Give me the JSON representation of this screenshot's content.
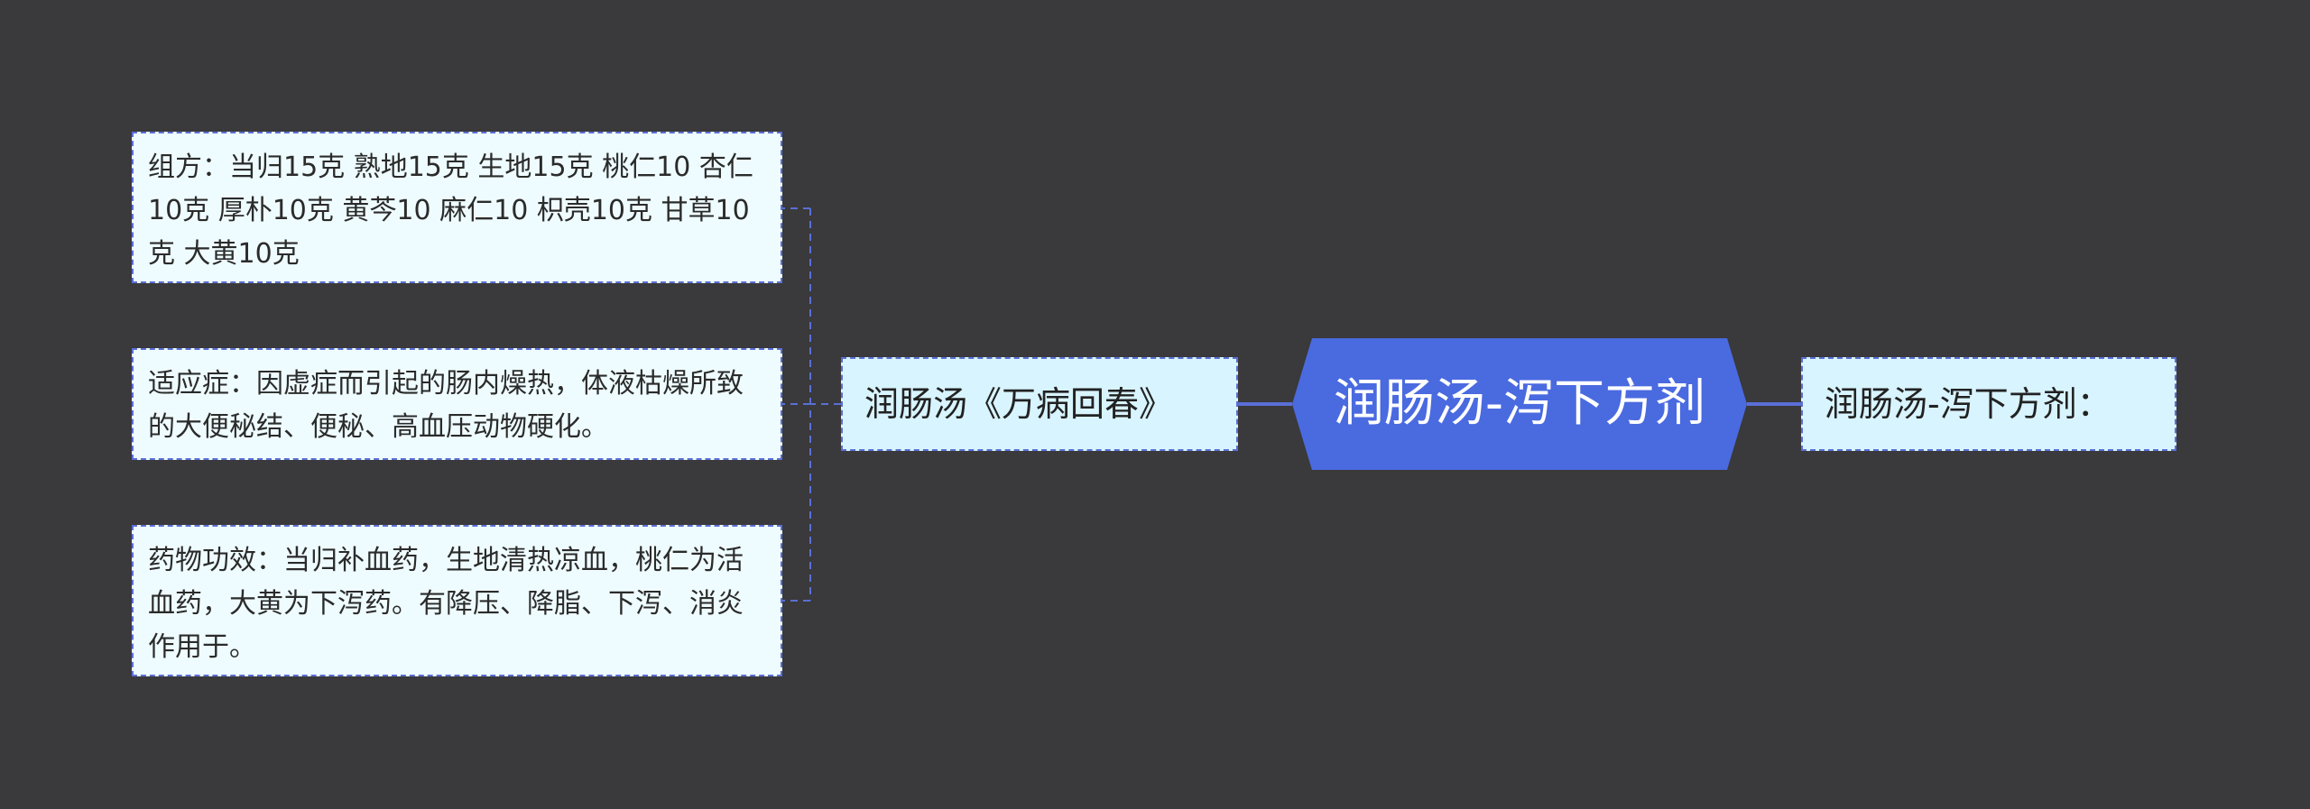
{
  "root": {
    "label": "润肠汤-泻下方剂"
  },
  "left_branch": {
    "label": "润肠汤《万病回春》"
  },
  "right_branch": {
    "label": "润肠汤-泻下方剂："
  },
  "details": [
    {
      "label": "组方：当归15克 熟地15克 生地15克 桃仁10 杏仁10克 厚朴10克 黄芩10 麻仁10 枳壳10克 甘草10克 大黄10克"
    },
    {
      "label": "适应症：因虚症而引起的肠内燥热，体液枯燥所致的大便秘结、便秘、高血压动物硬化。"
    },
    {
      "label": "药物功效：当归补血药，生地清热凉血，桃仁为活血药，大黄为下泻药。有降压、降脂、下泻、消炎作用于。"
    }
  ],
  "colors": {
    "background": "#3a393b",
    "root_fill": "#4a6ae0",
    "connector": "#5a6fd6",
    "leaf_fill": "#effcff",
    "branch_fill": "#d8f4ff"
  }
}
